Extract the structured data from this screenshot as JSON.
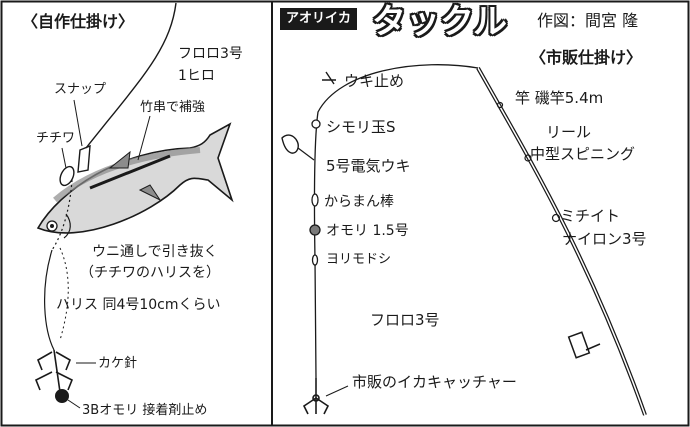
{
  "header": {
    "badge": "アオリイカ",
    "title": "タックル",
    "credit": "作図：間宮 隆"
  },
  "left_panel": {
    "heading": "〈自作仕掛け〉",
    "labels": {
      "leader_line": "フロロ3号",
      "leader_length": "1ヒロ",
      "snap": "スナップ",
      "chichiwa": "チチワ",
      "bamboo": "竹串で補強",
      "urchin_1": "ウニ通しで引き抜く",
      "urchin_2": "（チチワのハリスを）",
      "harisu": "ハリス 同4号10cmくらい",
      "kake_hook": "カケ針",
      "sinker": "3Bオモリ 接着剤止め"
    }
  },
  "right_panel": {
    "heading": "〈市販仕掛け〉",
    "labels": {
      "rod": "竿 磯竿5.4m",
      "reel_1": "リール",
      "reel_2": "中型スピニング",
      "line_1": "ミチイト",
      "line_2": "ナイロン3号",
      "uki_stop": "ウキ止め",
      "shimori": "シモリ玉S",
      "float": "5号電気ウキ",
      "karaman": "からまん棒",
      "omori": "オモリ 1.5号",
      "swivel": "ヨリモドシ",
      "fluoro": "フロロ3号",
      "catcher": "市販のイカキャッチャー"
    }
  },
  "colors": {
    "ink": "#1a1a1a",
    "fish_body": "#d9d9d9",
    "fish_back": "#8c8c8c",
    "sinker_ball": "#1a1a1a",
    "omori_ball": "#7a7a7a",
    "badge_bg": "#1a1a1a"
  }
}
